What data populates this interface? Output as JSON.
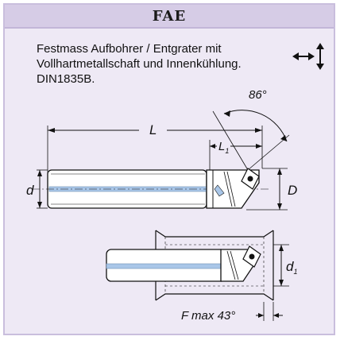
{
  "header": {
    "title": "FAE"
  },
  "description": {
    "line1": "Festmass Aufbohrer / Entgrater mit",
    "line2": "Vollhartmetallschaft und Innenkühlung.",
    "line3": "DIN1835B."
  },
  "icons": {
    "direction": "bidirectional-arrows-icon"
  },
  "drawing1": {
    "angle_label": "86°",
    "length_label": "L",
    "l1_main": "L",
    "l1_sub": "1",
    "shank_label": "d",
    "diameter_label": "D"
  },
  "drawing2": {
    "d1_main": "d",
    "d1_sub": "1",
    "fmax_label": "F max 43°"
  },
  "colors": {
    "panel_bg": "#eee9f5",
    "header_bg": "#d6cce6",
    "border": "#c9bedd",
    "coolant": "#a9c6e8"
  }
}
